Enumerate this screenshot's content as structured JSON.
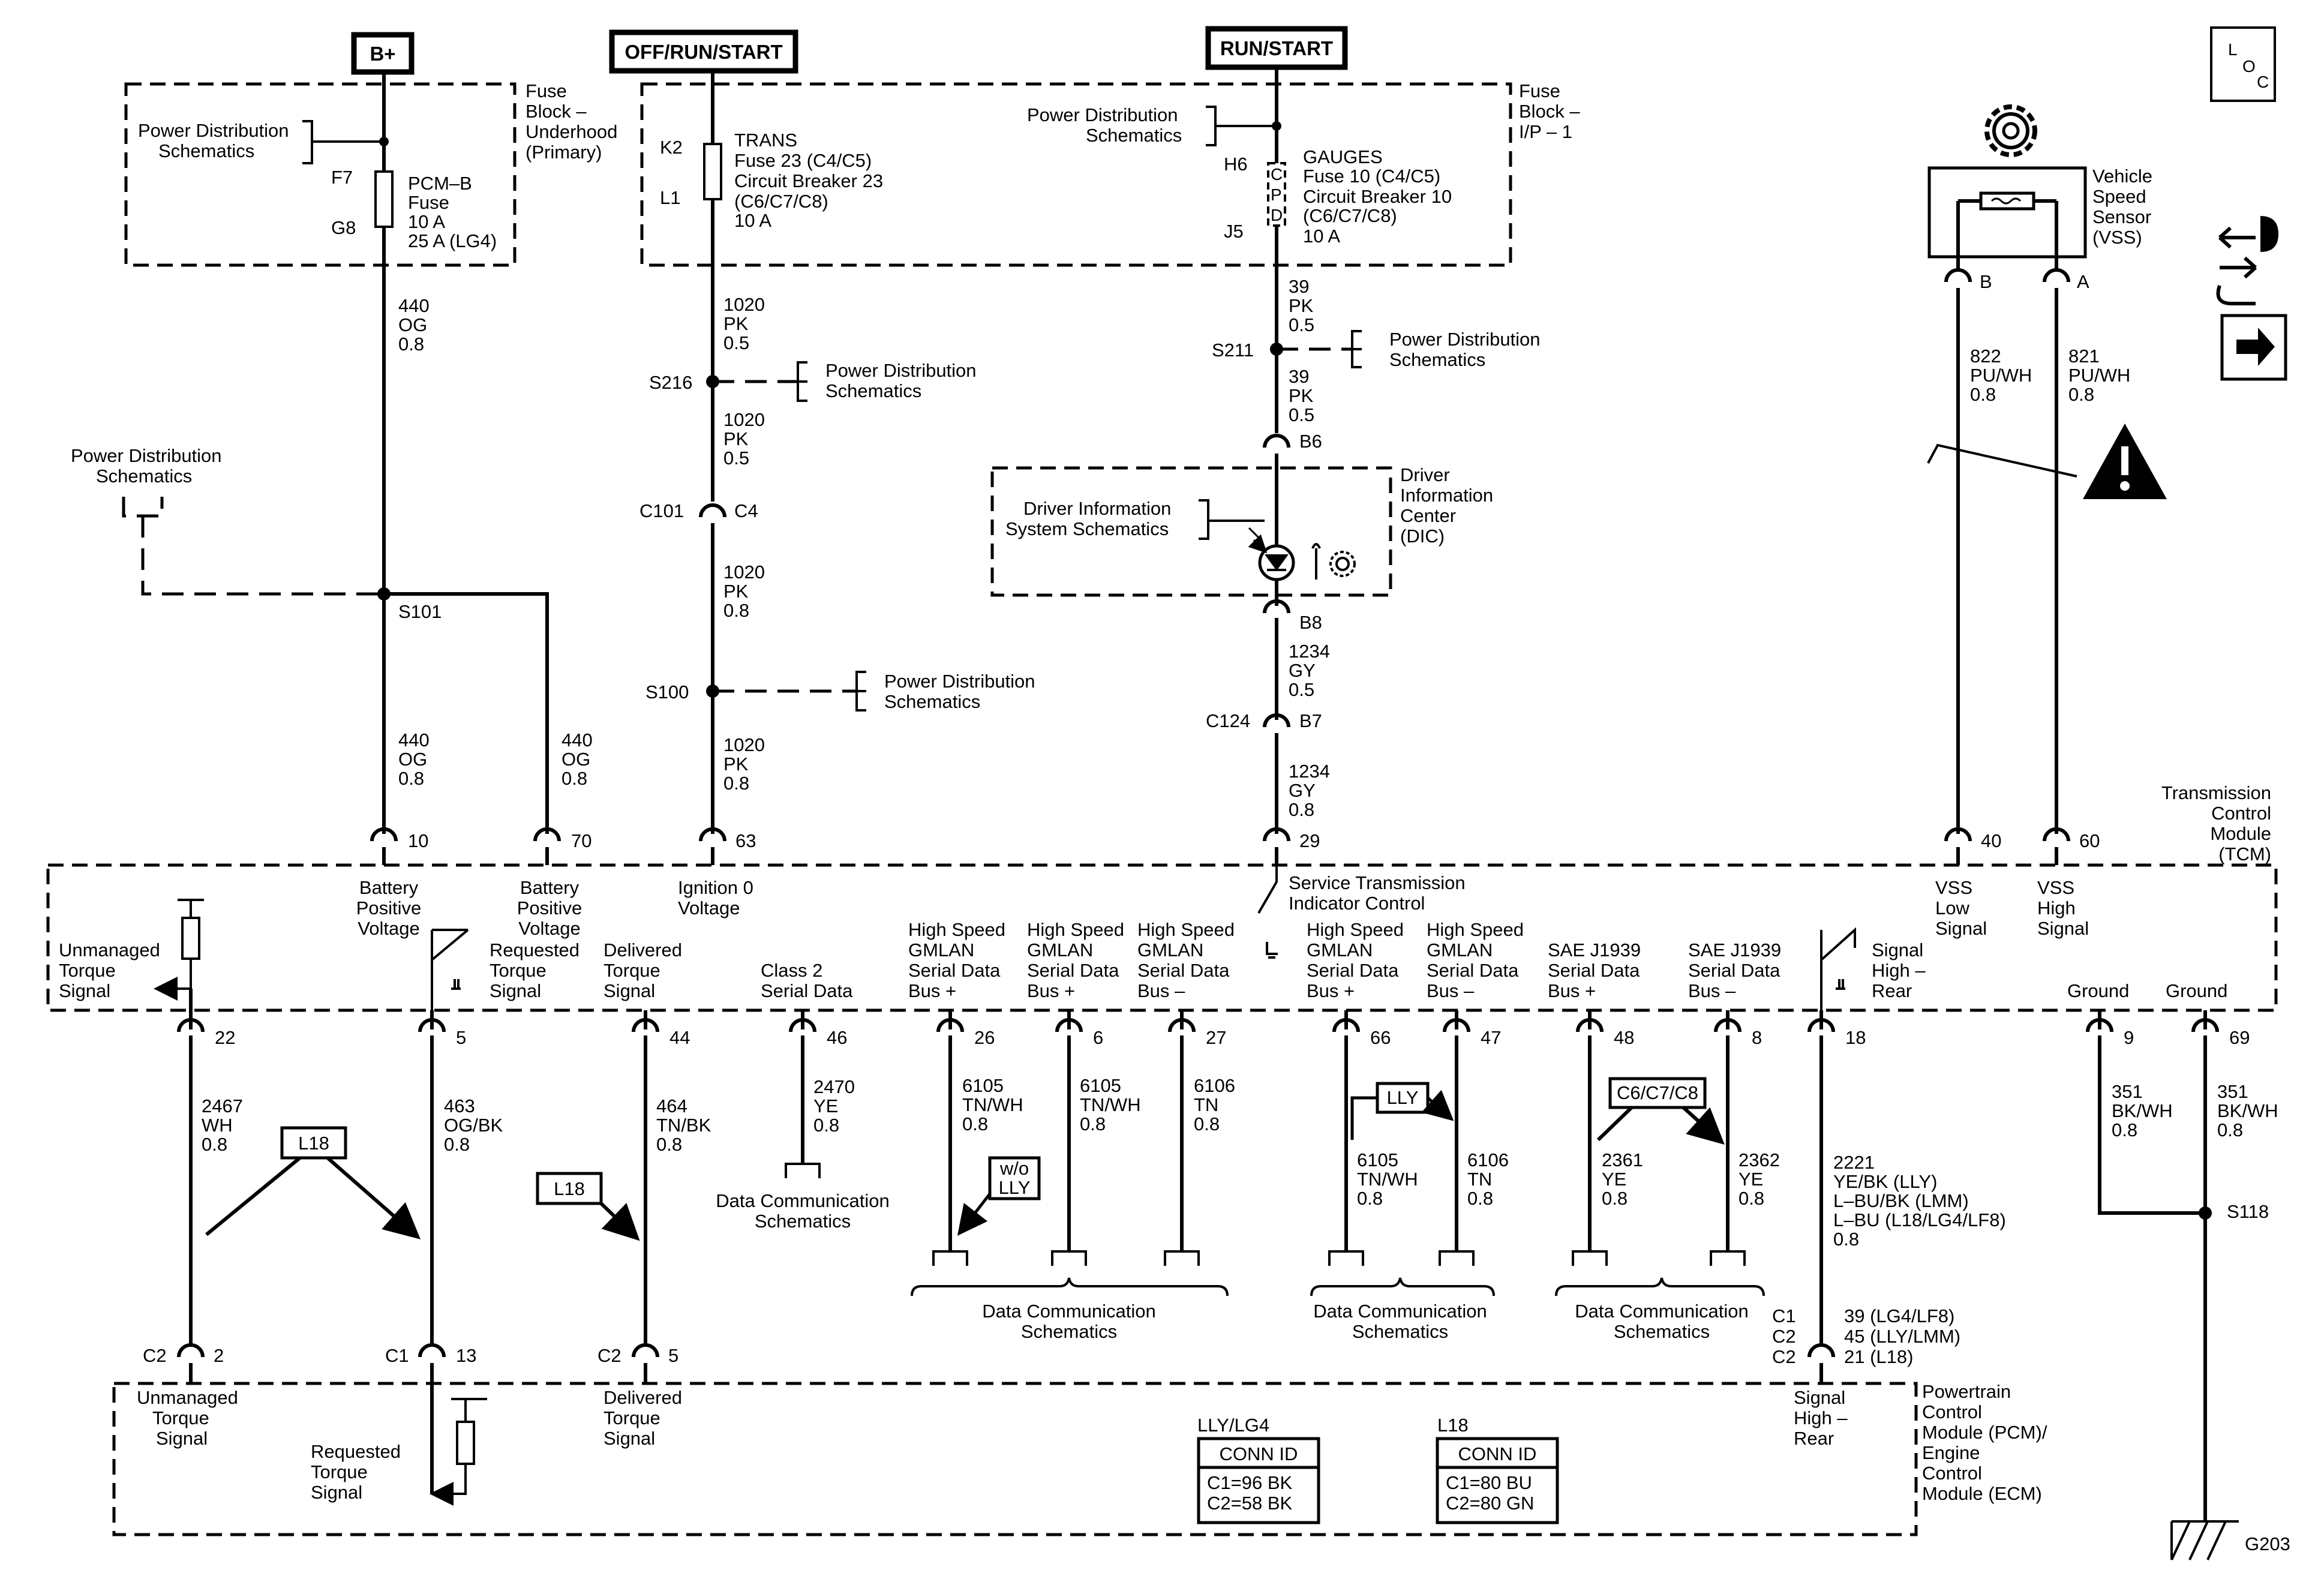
{
  "power_sources": {
    "b_plus": "B+",
    "off_run_start": "OFF/RUN/START",
    "run_start": "RUN/START"
  },
  "loc_icon": "L O C",
  "icon_names": [
    "gear-icon",
    "warning-icon",
    "arrow-right-icon",
    "connector-hand-icon",
    "led-icon",
    "service-gear-icon"
  ],
  "fuse_blocks": {
    "underhood": [
      "Fuse",
      "Block –",
      "Underhood",
      "(Primary)"
    ],
    "ip": [
      "Fuse",
      "Block –",
      "I/P – 1"
    ]
  },
  "fuses": {
    "pcm_b": [
      "PCM–B",
      "Fuse",
      "10 A",
      "25 A (LG4)"
    ],
    "trans": [
      "TRANS",
      "Fuse 23 (C4/C5)",
      "Circuit Breaker 23",
      "(C6/C7/C8)",
      "10 A"
    ],
    "gauges": [
      "GAUGES",
      "Fuse 10 (C4/C5)",
      "Circuit Breaker 10",
      "(C6/C7/C8)",
      "10 A"
    ],
    "cpd": [
      "C",
      "P",
      "D"
    ]
  },
  "pins": {
    "f7": "F7",
    "g8": "G8",
    "k2": "K2",
    "l1": "L1",
    "h6": "H6",
    "j5": "J5",
    "b6": "B6",
    "b8": "B8",
    "b7": "B7",
    "c4": "C4",
    "c101": "C101",
    "c124": "C124",
    "vss_b": "B",
    "vss_a": "A"
  },
  "splices": {
    "s101": "S101",
    "s216": "S216",
    "s100": "S100",
    "s211": "S211",
    "s118": "S118"
  },
  "ground": "G203",
  "ref": {
    "power_distribution": [
      "Power Distribution",
      "Schematics"
    ],
    "data_communication": [
      "Data Communication",
      "Schematics"
    ],
    "dic": [
      "Driver Information",
      "System Schematics"
    ]
  },
  "dic_label": [
    "Driver",
    "Information",
    "Center",
    "(DIC)"
  ],
  "vss_label": [
    "Vehicle",
    "Speed",
    "Sensor",
    "(VSS)"
  ],
  "tcm_label": [
    "Transmission",
    "Control",
    "Module",
    "(TCM)"
  ],
  "pcm_label": [
    "Powertrain",
    "Control",
    "Module (PCM)/",
    "Engine",
    "Control",
    "Module (ECM)"
  ],
  "wires": {
    "w440a": [
      "440",
      "OG",
      "0.8"
    ],
    "w440b": [
      "440",
      "OG",
      "0.8"
    ],
    "w440c": [
      "440",
      "OG",
      "0.8"
    ],
    "w1020a": [
      "1020",
      "PK",
      "0.5"
    ],
    "w1020b": [
      "1020",
      "PK",
      "0.5"
    ],
    "w1020c": [
      "1020",
      "PK",
      "0.8"
    ],
    "w1020d": [
      "1020",
      "PK",
      "0.8"
    ],
    "w39a": [
      "39",
      "PK",
      "0.5"
    ],
    "w39b": [
      "39",
      "PK",
      "0.5"
    ],
    "w1234a": [
      "1234",
      "GY",
      "0.5"
    ],
    "w1234b": [
      "1234",
      "GY",
      "0.8"
    ],
    "w822": [
      "822",
      "PU/WH",
      "0.8"
    ],
    "w821": [
      "821",
      "PU/WH",
      "0.8"
    ],
    "w2467": [
      "2467",
      "WH",
      "0.8"
    ],
    "w463": [
      "463",
      "OG/BK",
      "0.8"
    ],
    "w464": [
      "464",
      "TN/BK",
      "0.8"
    ],
    "w2470": [
      "2470",
      "YE",
      "0.8"
    ],
    "w6105a": [
      "6105",
      "TN/WH",
      "0.8"
    ],
    "w6105b": [
      "6105",
      "TN/WH",
      "0.8"
    ],
    "w6106a": [
      "6106",
      "TN",
      "0.8"
    ],
    "w6105c": [
      "6105",
      "TN/WH",
      "0.8"
    ],
    "w6106b": [
      "6106",
      "TN",
      "0.8"
    ],
    "w2361": [
      "2361",
      "YE",
      "0.8"
    ],
    "w2362": [
      "2362",
      "YE",
      "0.8"
    ],
    "w2221": [
      "2221",
      "YE/BK (LLY)",
      "L–BU/BK (LMM)",
      "L–BU (L18/LG4/LF8)",
      "0.8"
    ],
    "w351a": [
      "351",
      "BK/WH",
      "0.8"
    ],
    "w351b": [
      "351",
      "BK/WH",
      "0.8"
    ]
  },
  "tcm_pins": {
    "p10": "10",
    "p70": "70",
    "p63": "63",
    "p29": "29",
    "p40": "40",
    "p60": "60",
    "p22": "22",
    "p5": "5",
    "p44": "44",
    "p46": "46",
    "p26": "26",
    "p6": "6",
    "p27": "27",
    "p66": "66",
    "p47": "47",
    "p48": "48",
    "p8": "8",
    "p18": "18",
    "p9": "9",
    "p69": "69"
  },
  "tcm_signals": {
    "batt1": [
      "Battery",
      "Positive",
      "Voltage"
    ],
    "batt2": [
      "Battery",
      "Positive",
      "Voltage"
    ],
    "ign": [
      "Ignition 0",
      "Voltage"
    ],
    "service": [
      "Service Transmission",
      "Indicator Control"
    ],
    "vss_low": [
      "VSS",
      "Low",
      "Signal"
    ],
    "vss_high": [
      "VSS",
      "High",
      "Signal"
    ],
    "unmanaged": [
      "Unmanaged",
      "Torque",
      "Signal"
    ],
    "requested": [
      "Requested",
      "Torque",
      "Signal"
    ],
    "delivered": [
      "Delivered",
      "Torque",
      "Signal"
    ],
    "class2": [
      "Class 2",
      "Serial Data"
    ],
    "hs1": [
      "High Speed",
      "GMLAN",
      "Serial Data",
      "Bus +"
    ],
    "hs2": [
      "High Speed",
      "GMLAN",
      "Serial Data",
      "Bus +"
    ],
    "hs3": [
      "High Speed",
      "GMLAN",
      "Serial Data",
      "Bus –"
    ],
    "hs4": [
      "High Speed",
      "GMLAN",
      "Serial Data",
      "Bus +"
    ],
    "hs5": [
      "High Speed",
      "GMLAN",
      "Serial Data",
      "Bus –"
    ],
    "sae1": [
      "SAE J1939",
      "Serial Data",
      "Bus +"
    ],
    "sae2": [
      "SAE J1939",
      "Serial Data",
      "Bus –"
    ],
    "sighigh": [
      "Signal",
      "High –",
      "Rear"
    ],
    "gnd1": "Ground",
    "gnd2": "Ground"
  },
  "options": {
    "l18a": "L18",
    "l18b": "L18",
    "lly": "LLY",
    "wo_lly": [
      "w/o",
      "LLY"
    ],
    "c678": "C6/C7/C8"
  },
  "pcm_pins": {
    "c2a": "C2",
    "p2": "2",
    "c1a": "C1",
    "p13": "13",
    "c2b": "C2",
    "p5": "5",
    "c1b": "C1",
    "c2c": "C2",
    "c2d": "C2",
    "p39": "39 (LG4/LF8)",
    "p45": "45 (LLY/LMM)",
    "p21": "21 (L18)"
  },
  "pcm_signals": {
    "unmanaged": [
      "Unmanaged",
      "Torque",
      "Signal"
    ],
    "requested": [
      "Requested",
      "Torque",
      "Signal"
    ],
    "delivered": [
      "Delivered",
      "Torque",
      "Signal"
    ],
    "sighigh": [
      "Signal",
      "High –",
      "Rear"
    ]
  },
  "conn_tables": [
    {
      "title": "LLY/LG4",
      "header": "CONN ID",
      "rows": [
        "C1=96 BK",
        "C2=58 BK"
      ]
    },
    {
      "title": "L18",
      "header": "CONN ID",
      "rows": [
        "C1=80 BU",
        "C2=80 GN"
      ]
    }
  ]
}
